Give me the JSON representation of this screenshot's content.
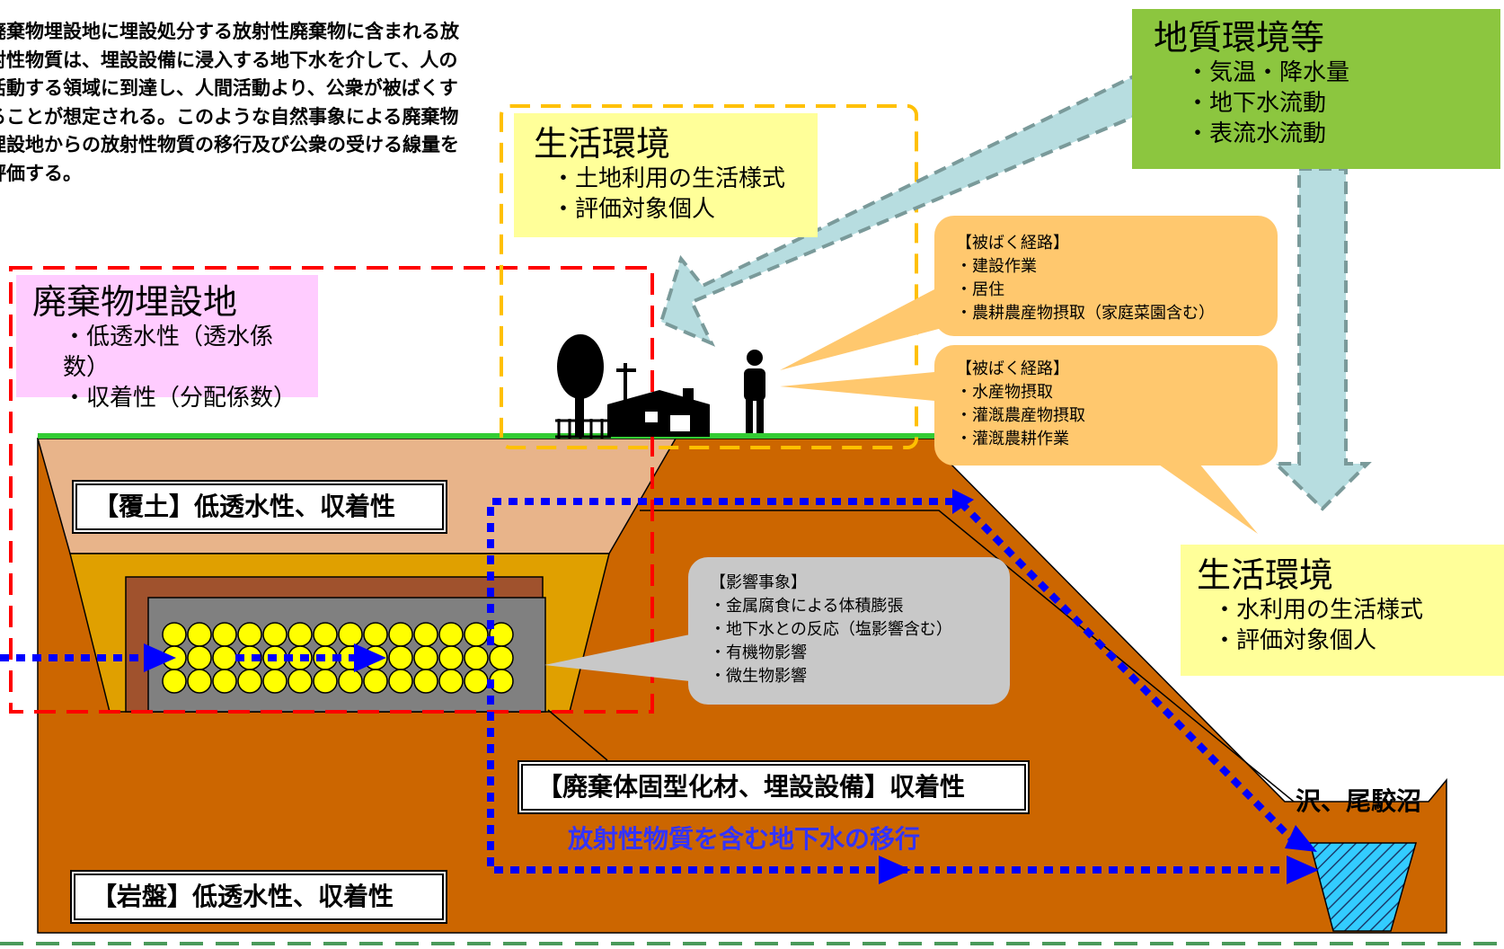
{
  "intro_text": "廃棄物埋設地に埋設処分する放射性廃棄物に含まれる放射性物質は、埋設設備に浸入する地下水を介して、人の活動する領域に到達し、人間活動より、公衆が被ばくすることが想定される。このような自然事象による廃棄物埋設地からの放射性物質の移行及び公衆の受ける線量を評価する。",
  "geology": {
    "title": "地質環境等",
    "items": [
      "・気温・降水量",
      "・地下水流動",
      "・表流水流動"
    ],
    "color": "#8cc63f"
  },
  "living_env_top": {
    "title": "生活環境",
    "items": [
      "・土地利用の生活様式",
      "・評価対象個人"
    ],
    "color": "#ffff99"
  },
  "living_env_right": {
    "title": "生活環境",
    "items": [
      "・水利用の生活様式",
      "・評価対象個人"
    ],
    "color": "#ffff99"
  },
  "disposal_site": {
    "title": "廃棄物埋設地",
    "items": [
      "・低透水性（透水係数）",
      "・収着性（分配係数）"
    ],
    "color": "#ffccff"
  },
  "exposure_1": {
    "header": "【被ばく経路】",
    "items": [
      "・建設作業",
      "・居住",
      "・農耕農産物摂取（家庭菜園含む）"
    ],
    "color": "#ffc86e"
  },
  "exposure_2": {
    "header": "【被ばく経路】",
    "items": [
      "・水産物摂取",
      "・灌漑農産物摂取",
      "・灌漑農耕作業"
    ],
    "color": "#ffc86e"
  },
  "influence": {
    "header": "【影響事象】",
    "items": [
      "・金属腐食による体積膨張",
      "・地下水との反応（塩影響含む）",
      "・有機物影響",
      "・微生物影響"
    ],
    "color": "#c8c8c8"
  },
  "labels": {
    "cover_soil": "【覆土】低透水性、収着性",
    "bedrock": "【岩盤】低透水性、収着性",
    "waste_facility": "【廃棄体固型化材、埋設設備】収着性",
    "groundwater_migration": "放射性物質を含む地下水の移行",
    "swamp": "沢、尾駮沼"
  },
  "colors": {
    "ground": "#cc6600",
    "cover": "#e8b48a",
    "fill_layer": "#e0a000",
    "facility": "#a0522d",
    "waste_area": "#808080",
    "waste_drum": "#ffff00",
    "grass": "#33cc33",
    "flow_arrow": "#0000ff",
    "migration_text": "#3333ff",
    "red_dash": "#ff0000",
    "orange_dash": "#ffc000",
    "green_dash": "#4a9a5a",
    "big_arrow": "#b7dde0",
    "water": "#33ccff"
  },
  "icons": [
    "tree-icon",
    "house-icon",
    "person-icon",
    "utility-pole-icon",
    "fence-icon"
  ]
}
